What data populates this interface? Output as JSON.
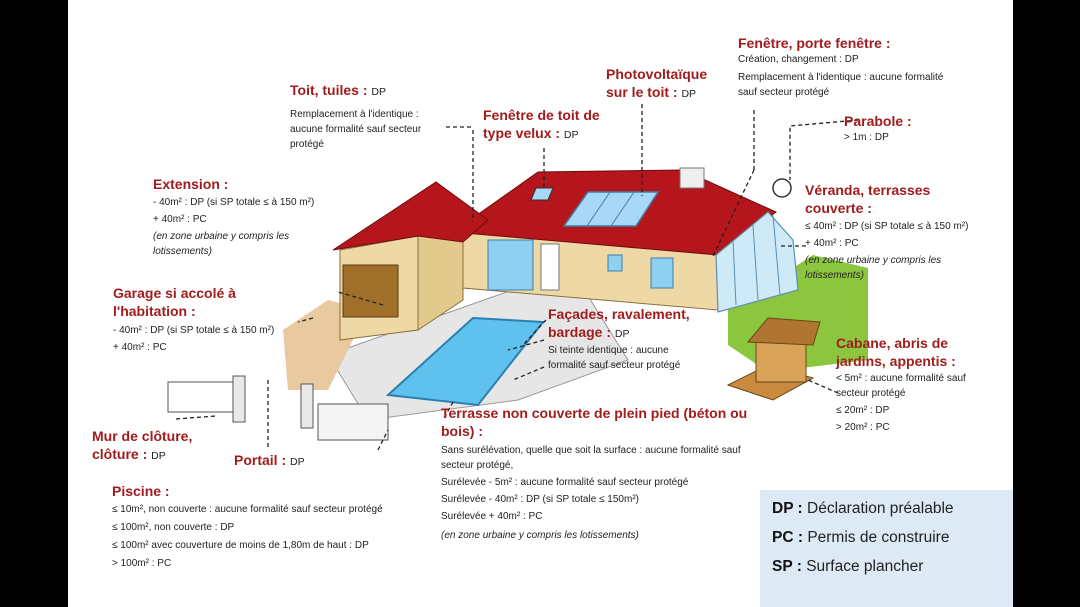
{
  "labels": {
    "fenetre": {
      "title": "Fenêtre, porte fenêtre :",
      "lines": [
        "Création, changement : DP",
        "Remplacement à l'identique : aucune formalité",
        "sauf secteur protégé"
      ]
    },
    "photovoltaique": {
      "title1": "Photovoltaïque",
      "title2": "sur le toit :",
      "tag": "DP"
    },
    "toit": {
      "title": "Toit, tuiles :",
      "tag": "DP",
      "lines": [
        "Remplacement à l'identique :",
        "aucune formalité sauf secteur",
        "protégé"
      ]
    },
    "velux": {
      "title1": "Fenêtre de toit de",
      "title2": "type velux :",
      "tag": "DP"
    },
    "parabole": {
      "title": "Parabole :",
      "line": "> 1m : DP"
    },
    "extension": {
      "title": "Extension :",
      "lines": [
        "- 40m² : DP (si SP totale ≤ à 150 m²)",
        "+ 40m² : PC"
      ],
      "italic": [
        "(en zone urbaine y compris les",
        "lotissements)"
      ]
    },
    "veranda": {
      "title1": "Véranda, terrasses",
      "title2": "couverte :",
      "lines": [
        "≤ 40m² : DP (si SP totale ≤ à 150 m²)",
        "+ 40m² : PC"
      ],
      "italic": [
        "(en zone urbaine y compris les",
        "lotissements)"
      ]
    },
    "garage": {
      "title1": "Garage si accolé à",
      "title2": "l'habitation :",
      "lines": [
        "- 40m² : DP (si SP totale ≤ à 150 m²)",
        "+ 40m² : PC"
      ]
    },
    "facades": {
      "title1": "Façades, ravalement,",
      "title2": "bardage :",
      "tag": "DP",
      "lines": [
        "Si teinte identique : aucune",
        "formalité sauf secteur protégé"
      ]
    },
    "cabane": {
      "title1": "Cabane, abris de",
      "title2": "jardins, appentis :",
      "lines": [
        "< 5m² : aucune formalité sauf",
        "secteur protégé",
        "≤ 20m² : DP",
        "> 20m² : PC"
      ]
    },
    "terrasse": {
      "title1": "Terrasse non couverte de plein pied (béton ou",
      "title2": "bois) :",
      "lines": [
        "Sans surélévation, quelle que soit la surface : aucune formalité sauf",
        "secteur protégé,",
        "Surélevée - 5m² : aucune formalité sauf secteur protégé",
        "Surélevée - 40m² : DP (si SP totale ≤ 150m²)",
        "Surélevée + 40m² : PC"
      ],
      "italic": "(en zone urbaine y compris les lotissements)"
    },
    "mur": {
      "title1": "Mur de clôture,",
      "title2": "clôture :",
      "tag": "DP"
    },
    "portail": {
      "title": "Portail :",
      "tag": "DP"
    },
    "piscine": {
      "title": "Piscine :",
      "lines": [
        "≤ 10m², non couverte : aucune formalité sauf secteur protégé",
        "≤ 100m², non couverte : DP",
        "≤ 100m² avec couverture de moins de 1,80m de haut : DP",
        "> 100m² : PC"
      ]
    }
  },
  "legend": [
    {
      "abbr": "DP :",
      "text": "Déclaration préalable"
    },
    {
      "abbr": "PC :",
      "text": "Permis de construire"
    },
    {
      "abbr": "SP :",
      "text": "Surface plancher"
    }
  ],
  "colors": {
    "title": "#a11c1c",
    "roof": "#b5161b",
    "wall": "#eed9a6",
    "pool": "#5fc2ee",
    "grass": "#8cc63f",
    "legend_bg": "#dde9f5"
  }
}
